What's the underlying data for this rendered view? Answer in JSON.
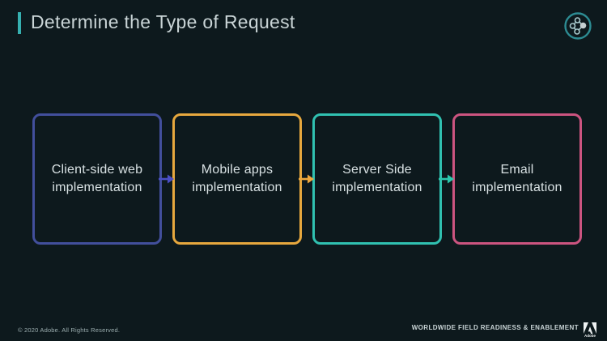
{
  "colors": {
    "background": "#0d191d",
    "accent_teal": "#36b0b0",
    "title_text": "#c9d4d6",
    "box_text": "#d8e1e3",
    "footer_text": "#9caeb0",
    "program_text": "#c9d4d6",
    "logo_white": "#eef2f3",
    "icon_ring": "#2d8c93",
    "icon_node": "#a9cacd",
    "icon_node_filled": "#c6d0d2"
  },
  "header": {
    "title": "Determine the Type of Request",
    "icon": "molecule-network-icon"
  },
  "flow": {
    "steps": [
      {
        "line1": "Client-side web",
        "line2": "implementation",
        "border_color": "#424f9c"
      },
      {
        "line1": "Mobile apps",
        "line2": "implementation",
        "border_color": "#e7a83e"
      },
      {
        "line1": "Server Side",
        "line2": "implementation",
        "border_color": "#30c1b1"
      },
      {
        "line1": "Email",
        "line2": "implementation",
        "border_color": "#cc5480"
      }
    ],
    "arrows": [
      {
        "name": "arrow-right-icon",
        "color": "#4a4fc4"
      },
      {
        "name": "arrow-right-icon",
        "color": "#efa83d"
      },
      {
        "name": "arrow-right-icon",
        "color": "#2bc7ac"
      }
    ]
  },
  "footer": {
    "copyright": "© 2020 Adobe. All Rights Reserved.",
    "program": "WORLDWIDE FIELD READINESS & ENABLEMENT",
    "logo_text": "Adobe"
  }
}
